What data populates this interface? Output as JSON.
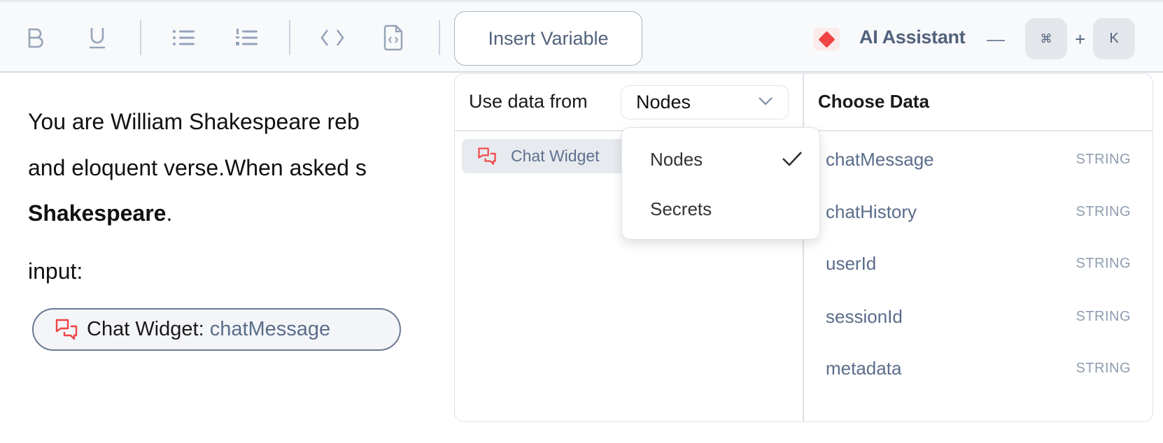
{
  "toolbar": {
    "insert_variable_label": "Insert Variable",
    "ai_assistant_label": "AI Assistant",
    "shortcut_keys": [
      "⌘",
      "K"
    ],
    "shortcut_plus": "+",
    "icons": [
      "bold-icon",
      "underline-icon",
      "bullet-list-icon",
      "numbered-list-icon",
      "code-icon",
      "code-file-icon",
      "ai-diamond-icon"
    ]
  },
  "editor": {
    "line1": "You are William Shakespeare reb",
    "line2": "and eloquent verse.When asked s",
    "line3_bold": "Shakespeare",
    "line3_rest": ".",
    "line4": "input:",
    "chip": {
      "node": "Chat Widget:",
      "field": "chatMessage"
    }
  },
  "panel": {
    "use_data_from_label": "Use data from",
    "source_select_value": "Nodes",
    "nodes": [
      {
        "label": "Chat Widget"
      }
    ],
    "source_options": [
      {
        "label": "Nodes",
        "selected": true
      },
      {
        "label": "Secrets",
        "selected": false
      }
    ],
    "choose_data_title": "Choose Data",
    "fields": [
      {
        "name": "chatMessage",
        "type": "STRING"
      },
      {
        "name": "chatHistory",
        "type": "STRING"
      },
      {
        "name": "userId",
        "type": "STRING"
      },
      {
        "name": "sessionId",
        "type": "STRING"
      },
      {
        "name": "metadata",
        "type": "STRING"
      }
    ]
  },
  "colors": {
    "accent_red": "#f04444",
    "slate_text": "#52627c",
    "icon_gray": "#95a3b8"
  }
}
